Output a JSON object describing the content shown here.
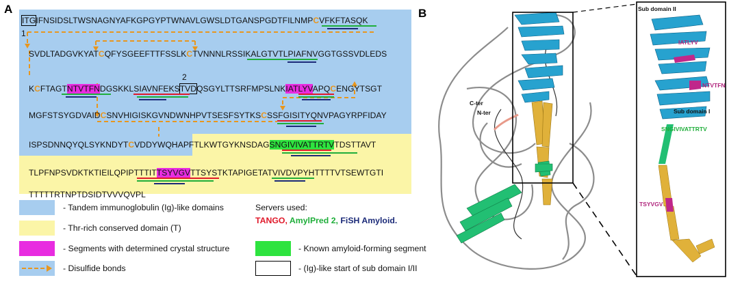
{
  "panels": {
    "a": "A",
    "b": "B"
  },
  "sequence": {
    "line1": {
      "box": "ITG",
      "t1": "IFNSIDSLTWSNAGNYAFKGPGYPTWNAVLGWSLDTGANSPGD",
      "ul1": "TFILNMP",
      "cys": "C",
      "t2": "VFKFTASQK"
    },
    "line2": {
      "t1": "SVDLTADGVKYAT",
      "cys1": "C",
      "t2": "QFYSGEEFTTFSSLK",
      "cys2": "C",
      "t3": "TVNNNLRSSIKA",
      "ul1": "LGTVTL",
      "ul2": "PIAFNV",
      "t4": "GGTGSSVDLEDS"
    },
    "line3": {
      "t1": "K",
      "cys1": "C",
      "t2": "FTAGT",
      "mag": "NTVTFN",
      "t3": "DGSKKL",
      "ul1": "SIAVNF",
      "t4": "EKS",
      "box": "TVD",
      "t5": "QSGYLTTSRFMPSLNK",
      "mag2": "IATLYV",
      "t6": "APQ",
      "cys2": "C",
      "t7": "ENGYTSGT"
    },
    "line4": {
      "t1": "MGFSTSYGDVAID",
      "cys1": "C",
      "t2": "SNVHIGISKGVNDWNHPVTSESFSYTKS",
      "cys2": "C",
      "ul1": "SSFGISITY",
      "t3": "QNVPAGYRPFIDAY"
    },
    "line5": {
      "t1": "ISPSDNNQYQLSYKNDYT",
      "cys1": "C",
      "t2": "VDDYWQHA",
      "t3": "PFTLKWTGYKNSDAG",
      "grn": "SNGIVIVATTRTV",
      "t4": "TDSTTAVT"
    },
    "line6": {
      "t1": "TLPFNPSVDKTKTIEILQPIP",
      "ul1": "TTTIT",
      "mag": "TSYVGV",
      "t2": "TTSYSTKTAPIGE",
      "ul2": "TATVIV",
      "t3": "DVPYHTTTTVTSEWTGTI"
    },
    "line7": {
      "t1": "TTTTTRTNPTDSIDTVVVQVPL"
    },
    "markers": {
      "m1": "1",
      "m2": "2"
    }
  },
  "legend": {
    "ig": "- Tandem immunoglobulin (Ig)-like domains",
    "thr": "-  Thr-rich conserved domain (T)",
    "crystal": "- Segments with determined crystal structure",
    "disulfide": "- Disulfide bonds",
    "servers_title": "Servers used:",
    "tango": "TANGO,",
    "amylpred": "AmylPred 2,",
    "fish": "FiSH Amyloid.",
    "amyloid": "- Known amyloid-forming segment",
    "ig_start": "- (Ig)-like start of sub domain I/II"
  },
  "structure": {
    "cter": "C-ter",
    "nter": "N-ter",
    "sub2": "Sub domain II",
    "sub1": "Sub domain I",
    "iatlyv": "IATLYV",
    "ntvtfn": "NTVTFN",
    "sngiv": "SNGIVIVATTRTV",
    "tsyvgv": "TSYVGV"
  },
  "colors": {
    "ig_blue": "#a7cdef",
    "thr_yellow": "#fbf5a7",
    "crystal_magenta": "#e82ce0",
    "amyloid_green": "#2ee33f",
    "disulfide_orange": "#e8961e",
    "tango_red": "#e0192a",
    "amylpred_green": "#1fae3a",
    "fish_navy": "#1b2a78"
  }
}
